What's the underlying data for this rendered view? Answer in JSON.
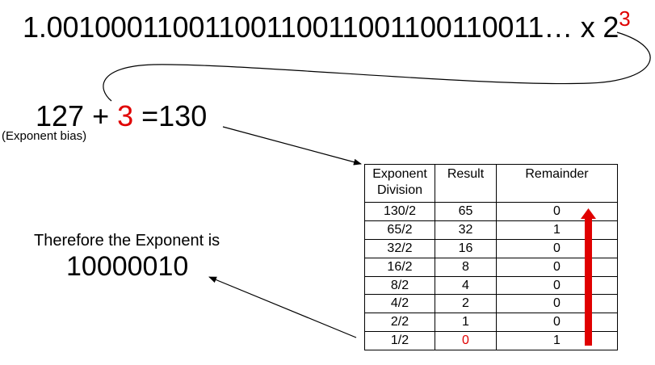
{
  "mantissa": {
    "base": "1.00100011001100110011001100110011… x 2",
    "exponent": "3"
  },
  "bias_sum": {
    "left": "127 + ",
    "exp": "3",
    "right": " =130"
  },
  "bias_label": "(Exponent bias)",
  "conclusion": {
    "line1": "Therefore the Exponent is",
    "value": "10000010"
  },
  "table": {
    "headers": [
      "Exponent\nDivision",
      "Result",
      "Remainder"
    ],
    "rows": [
      [
        "130/2",
        "65",
        "0"
      ],
      [
        "65/2",
        "32",
        "1"
      ],
      [
        "32/2",
        "16",
        "0"
      ],
      [
        "16/2",
        "8",
        "0"
      ],
      [
        "8/2",
        "4",
        "0"
      ],
      [
        "4/2",
        "2",
        "0"
      ],
      [
        "2/2",
        "1",
        "0"
      ],
      [
        "1/2",
        "0",
        "1"
      ]
    ]
  },
  "colors": {
    "highlight": "#e00000",
    "text": "#000000"
  }
}
